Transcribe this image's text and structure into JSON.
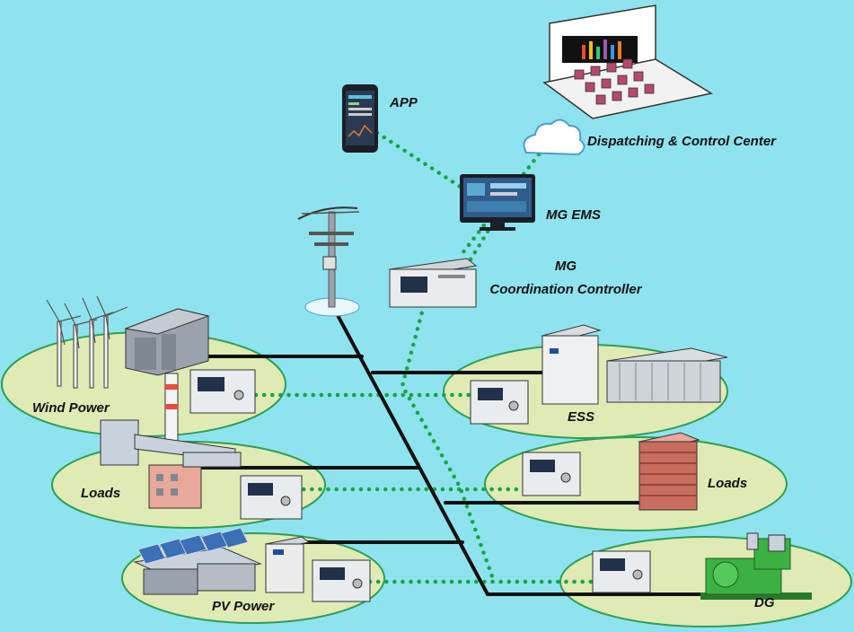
{
  "labels": {
    "app": "APP",
    "dispatch": "Dispatching & Control Center",
    "mg_ems": "MG EMS",
    "mg_cc_line1": "MG",
    "mg_cc_line2": "Coordination Controller",
    "wind": "Wind Power",
    "loads_left": "Loads",
    "pv": "PV Power",
    "ess": "ESS",
    "loads_right": "Loads",
    "dg": "DG"
  },
  "colors": {
    "background": "#8fe3ee",
    "ellipse_fill": "#dfeab5",
    "ellipse_stroke": "#2e9e55",
    "power_line": "#111111",
    "comm_dotted": "#1aa34a",
    "controller_body": "#e9ecef",
    "screen_dark": "#22304a"
  },
  "icons": {
    "phone": "smartphone-icon",
    "cloud": "cloud-icon",
    "control_room": "control-room-icon",
    "monitor": "monitor-icon",
    "tower": "antenna-tower-icon",
    "controller": "controller-device-icon",
    "wind_turbine": "wind-turbine-icon",
    "factory": "factory-icon",
    "solar": "solar-panel-icon",
    "battery": "battery-cabinet-icon",
    "building": "building-icon",
    "generator": "diesel-generator-icon"
  }
}
